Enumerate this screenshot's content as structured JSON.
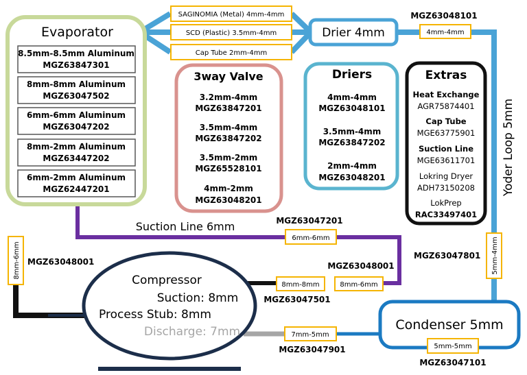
{
  "colors": {
    "evaporator_border": "#c8d99a",
    "valve_border": "#d9928e",
    "driers_border": "#5ab4cf",
    "extras_border": "#111111",
    "tag_border": "#f5b400",
    "pipe_blue": "#4aa3d6",
    "pipe_purple": "#6a2fa0",
    "pipe_black": "#111111",
    "pipe_gray": "#a6a6a6",
    "pipe_darkblue": "#1b7ac2",
    "compressor_border": "#1c2e4a"
  },
  "evaporator": {
    "title": "Evaporator",
    "items": [
      {
        "size": "8.5mm-8.5mm Aluminum",
        "part": "MGZ63847301"
      },
      {
        "size": "8mm-8mm Aluminum",
        "part": "MGZ63047502"
      },
      {
        "size": "6mm-6mm Aluminum",
        "part": "MGZ63047202"
      },
      {
        "size": "8mm-2mm Aluminum",
        "part": "MGZ63447202"
      },
      {
        "size": "6mm-2mm Aluminum",
        "part": "MGZ62447201"
      }
    ]
  },
  "top_tags": {
    "saginomia": "SAGINOMIA (Metal) 4mm-4mm",
    "scd": "SCD (Plastic) 3.5mm-4mm",
    "captube": "Cap Tube 2mm-4mm"
  },
  "drier": {
    "label": "Drier 4mm",
    "part": "MGZ63048101",
    "tag": "4mm-4mm"
  },
  "valve": {
    "title": "3way Valve",
    "items": [
      {
        "size": "3.2mm-4mm",
        "part": "MGZ63847201"
      },
      {
        "size": "3.5mm-4mm",
        "part": "MGZ63847202"
      },
      {
        "size": "3.5mm-2mm",
        "part": "MGZ65528101"
      },
      {
        "size": "4mm-2mm",
        "part": "MGZ63048201"
      }
    ]
  },
  "driers": {
    "title": "Driers",
    "items": [
      {
        "size": "4mm-4mm",
        "part": "MGZ63048101"
      },
      {
        "size": "3.5mm-4mm",
        "part": "MGZ63847202"
      },
      {
        "size": "2mm-4mm",
        "part": "MGZ63048201"
      }
    ]
  },
  "extras": {
    "title": "Extras",
    "items": [
      {
        "name": "Heat Exchange",
        "part": "AGR75874401"
      },
      {
        "name": "Cap Tube",
        "part": "MGE63775901"
      },
      {
        "name": "Suction Line",
        "part": "MGE63611701"
      },
      {
        "name": "Lokring Dryer",
        "part": "ADH73150208"
      },
      {
        "name": "LokPrep",
        "part": "RAC33497401"
      }
    ]
  },
  "yoder_loop": "Yoder Loop 5mm",
  "suction_line": {
    "label": "Suction Line 6mm",
    "part": "MGZ63047201",
    "tag": "6mm-6mm"
  },
  "left_pipe": {
    "tag": "8mm-6mm",
    "part": "MGZ63048001"
  },
  "yoder_tag": {
    "tag": "5mm-4mm",
    "part": "MGZ63047801"
  },
  "suction_tags": {
    "tag1": "8mm-8mm",
    "part1": "MGZ63047501",
    "tag2": "8mm-6mm",
    "part2": "MGZ63048001"
  },
  "compressor": {
    "title": "Compressor",
    "suction": "Suction: 8mm",
    "process": "Process Stub: 8mm",
    "discharge": "Discharge: 7mm"
  },
  "discharge_tag": {
    "tag": "7mm-5mm",
    "part": "MGZ63047901"
  },
  "condenser": {
    "label": "Condenser 5mm",
    "tag": "5mm-5mm",
    "part": "MGZ63047101"
  }
}
